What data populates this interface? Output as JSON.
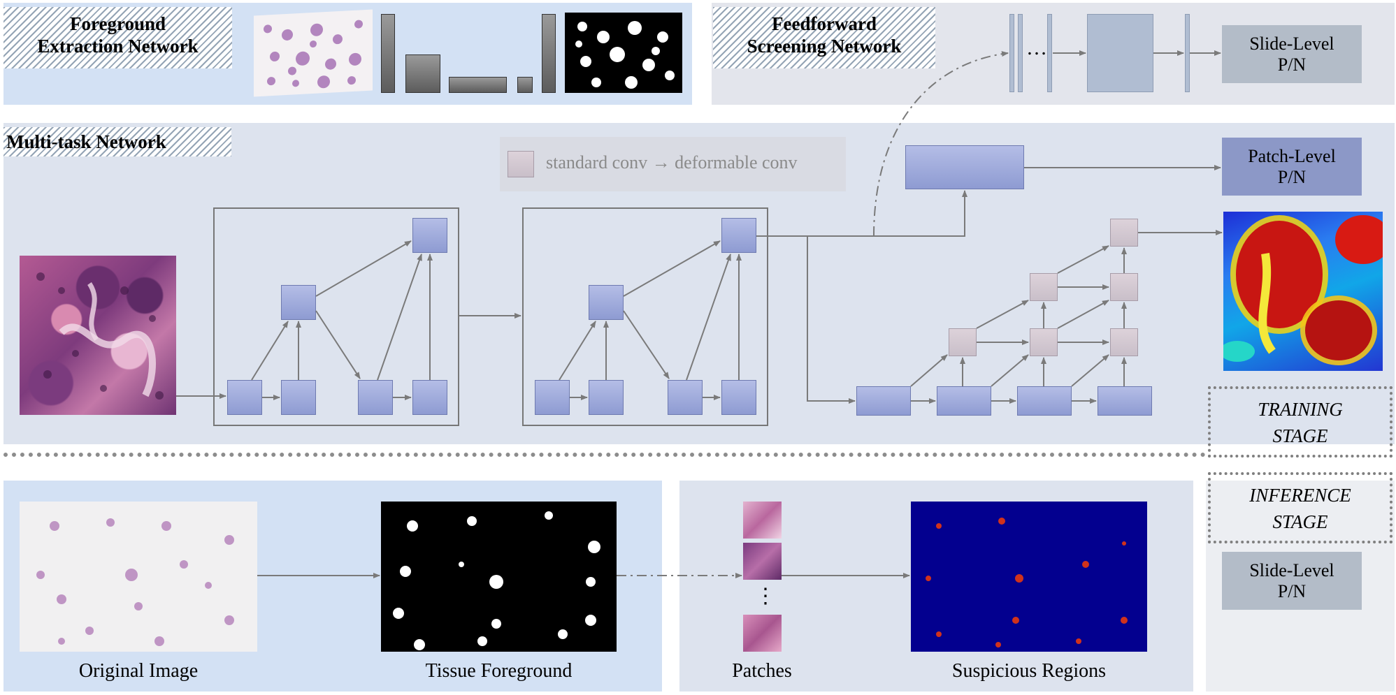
{
  "sections": {
    "foreground_extraction": {
      "title_line1": "Foreground",
      "title_line2": "Extraction Network"
    },
    "feedforward_screening": {
      "title_line1": "Feedforward",
      "title_line2": "Screening Network"
    },
    "multitask": {
      "title": "Multi-task Network"
    }
  },
  "legend": {
    "text": "standard conv → deformable conv"
  },
  "outputs": {
    "slide_level_top": {
      "line1": "Slide-Level",
      "line2": "P/N"
    },
    "patch_level": {
      "line1": "Patch-Level",
      "line2": "P/N"
    },
    "slide_level_bottom": {
      "line1": "Slide-Level",
      "line2": "P/N"
    }
  },
  "feedforward_ellipsis": "…",
  "stages": {
    "training": {
      "line1": "TRAINING",
      "line2": "STAGE"
    },
    "inference": {
      "line1": "INFERENCE",
      "line2": "STAGE"
    }
  },
  "inference_labels": {
    "original_image": "Original Image",
    "tissue_foreground": "Tissue Foreground",
    "patches": "Patches",
    "suspicious_regions": "Suspicious Regions",
    "patch_ellipsis": "⋮"
  },
  "colors": {
    "panel_blue": "#d3e1f4",
    "panel_grey": "#e3e5ec",
    "panel_multitask": "#dde3ee",
    "block_blue": "#9aa5db",
    "block_pink": "#d6ccd6",
    "output_box": "#b3bcc8",
    "patch_output": "#8c98c7"
  }
}
